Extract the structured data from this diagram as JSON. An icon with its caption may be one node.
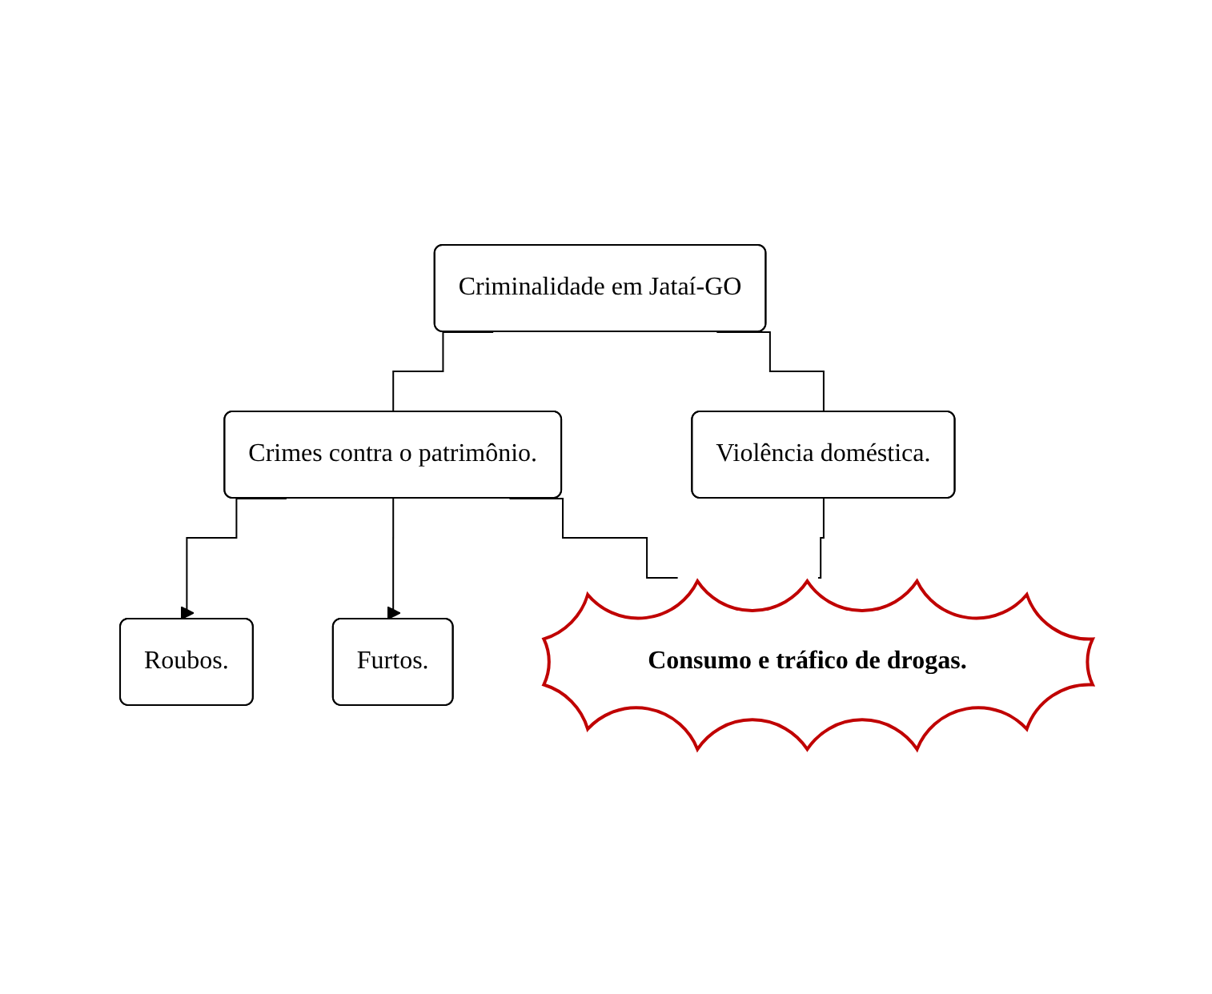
{
  "diagram": {
    "nodes": [
      {
        "text": [
          "Criminalidade em Jataí-GO"
        ]
      },
      {
        "text": [
          "Crimes contra o patrimônio."
        ]
      },
      {
        "text": [
          "Violência doméstica."
        ]
      },
      {
        "text": [
          "Roubos."
        ]
      },
      {
        "text": [
          "Furtos."
        ]
      },
      {
        "text": [
          "Consumo e tráfico de drogas."
        ]
      }
    ],
    "edges": [
      {
        "from": 0,
        "to": 1,
        "arrow": "none"
      },
      {
        "from": 0,
        "to": 2,
        "arrow": "none"
      },
      {
        "from": 1,
        "to": 3,
        "arrow": "to"
      },
      {
        "from": 1,
        "to": 4,
        "arrow": "to"
      },
      {
        "from": 2,
        "to": 5,
        "arrow": "none"
      },
      {
        "from": 1,
        "to": 5,
        "arrow": "none"
      }
    ]
  }
}
